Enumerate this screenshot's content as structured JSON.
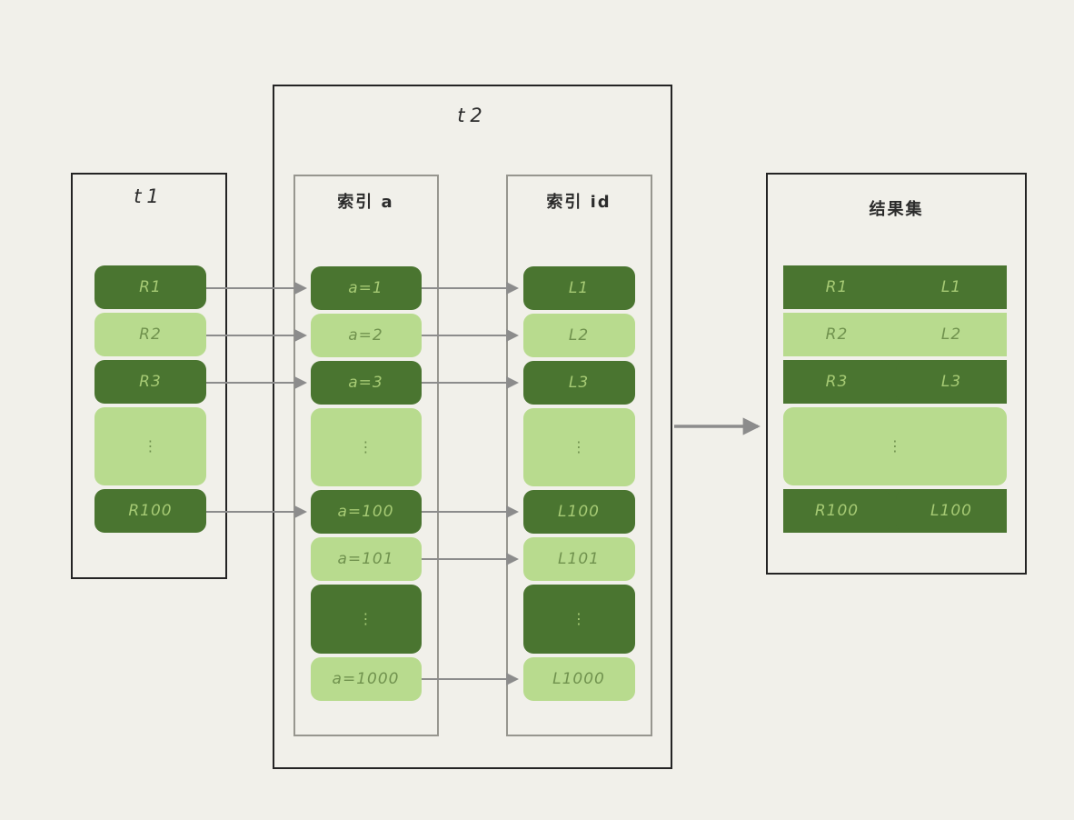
{
  "colors": {
    "background": "#f1f0ea",
    "dark_green_block": "#4a7530",
    "light_green_block": "#b8db8e",
    "text_on_dark": "#a6ca74",
    "text_on_light": "#70924e",
    "outer_border": "#242424",
    "inner_border": "#97968f",
    "arrow": "#8c8c8c"
  },
  "t1": {
    "title": "t1",
    "rows": [
      {
        "label": "R1",
        "tone": "dark"
      },
      {
        "label": "R2",
        "tone": "light"
      },
      {
        "label": "R3",
        "tone": "dark"
      },
      {
        "label": "⋮",
        "tone": "light"
      },
      {
        "label": "R100",
        "tone": "dark"
      }
    ]
  },
  "t2": {
    "title": "t2",
    "index_a": {
      "title": "索引 a",
      "rows": [
        {
          "label": "a=1",
          "tone": "dark"
        },
        {
          "label": "a=2",
          "tone": "light"
        },
        {
          "label": "a=3",
          "tone": "dark"
        },
        {
          "label": "⋮",
          "tone": "light"
        },
        {
          "label": "a=100",
          "tone": "dark"
        },
        {
          "label": "a=101",
          "tone": "light"
        },
        {
          "label": "⋮",
          "tone": "dark"
        },
        {
          "label": "a=1000",
          "tone": "light"
        }
      ]
    },
    "index_id": {
      "title": "索引 id",
      "rows": [
        {
          "label": "L1",
          "tone": "dark"
        },
        {
          "label": "L2",
          "tone": "light"
        },
        {
          "label": "L3",
          "tone": "dark"
        },
        {
          "label": "⋮",
          "tone": "light"
        },
        {
          "label": "L100",
          "tone": "dark"
        },
        {
          "label": "L101",
          "tone": "light"
        },
        {
          "label": "⋮",
          "tone": "dark"
        },
        {
          "label": "L1000",
          "tone": "light"
        }
      ]
    }
  },
  "result": {
    "title": "结果集",
    "rows": [
      {
        "left": "R1",
        "right": "L1",
        "tone": "dark"
      },
      {
        "left": "R2",
        "right": "L2",
        "tone": "light"
      },
      {
        "left": "R3",
        "right": "L3",
        "tone": "dark"
      },
      {
        "label": "⋮",
        "tone": "light"
      },
      {
        "left": "R100",
        "right": "L100",
        "tone": "dark"
      }
    ]
  },
  "connections": [
    {
      "from": "R1",
      "to": "a=1"
    },
    {
      "from": "R2",
      "to": "a=2"
    },
    {
      "from": "R3",
      "to": "a=3"
    },
    {
      "from": "R100",
      "to": "a=100"
    },
    {
      "from": "a=1",
      "to": "L1"
    },
    {
      "from": "a=2",
      "to": "L2"
    },
    {
      "from": "a=3",
      "to": "L3"
    },
    {
      "from": "a=100",
      "to": "L100"
    },
    {
      "from": "a=101",
      "to": "L101"
    },
    {
      "from": "a=1000",
      "to": "L1000"
    },
    {
      "from": "t2",
      "to": "结果集"
    }
  ]
}
